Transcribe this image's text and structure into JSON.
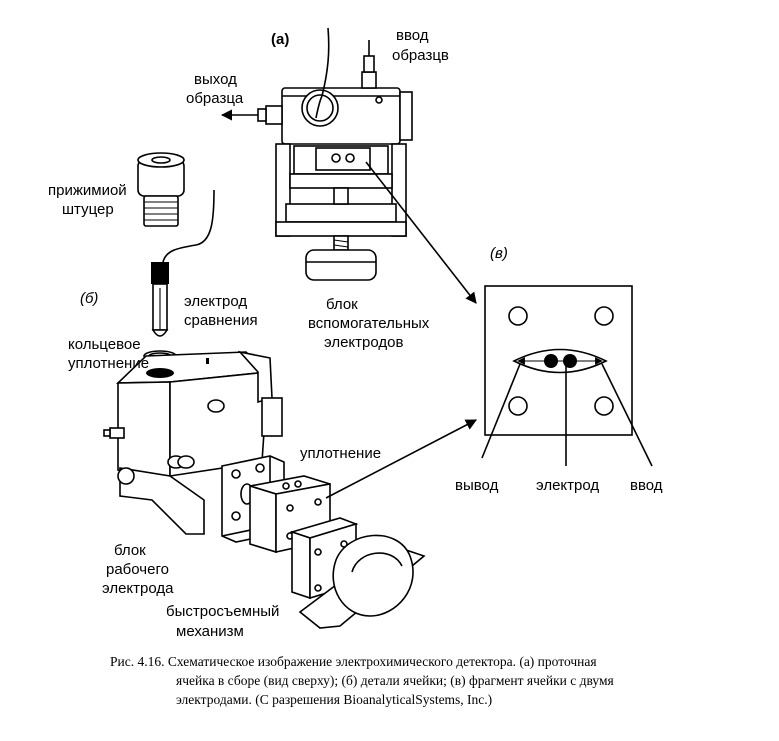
{
  "labels": {
    "panel_a": "(а)",
    "panel_b": "(б)",
    "panel_v": "(в)",
    "sample_inlet_1": "ввод",
    "sample_inlet_2": "образцв",
    "sample_outlet_1": "выход",
    "sample_outlet_2": "образца",
    "fitting_1": "прижимиой",
    "fitting_2": "штуцер",
    "ref_electrode_1": "электрод",
    "ref_electrode_2": "сравнения",
    "oring_1": "кольцевое",
    "oring_2": "уплотнение",
    "aux_block_1": "блок",
    "aux_block_2": "вспомогательных",
    "aux_block_3": "электродов",
    "gasket": "уплотнение",
    "work_block_1": "блок",
    "work_block_2": "рабочего",
    "work_block_3": "электрода",
    "quick_release_1": "быстросъемный",
    "quick_release_2": "механизм",
    "outlet": "вывод",
    "electrode": "электрод",
    "inlet": "ввод"
  },
  "caption": {
    "line1": "Рис. 4.16. Схематическое изображение электрохимического детектора. (а) проточная",
    "line2": "ячейка в сборе (вид сверху); (б) детали ячейки; (в) фрагмент ячейки с двумя",
    "line3": "электродами. (С разрешения BioanalyticalSystems, Inc.)"
  }
}
